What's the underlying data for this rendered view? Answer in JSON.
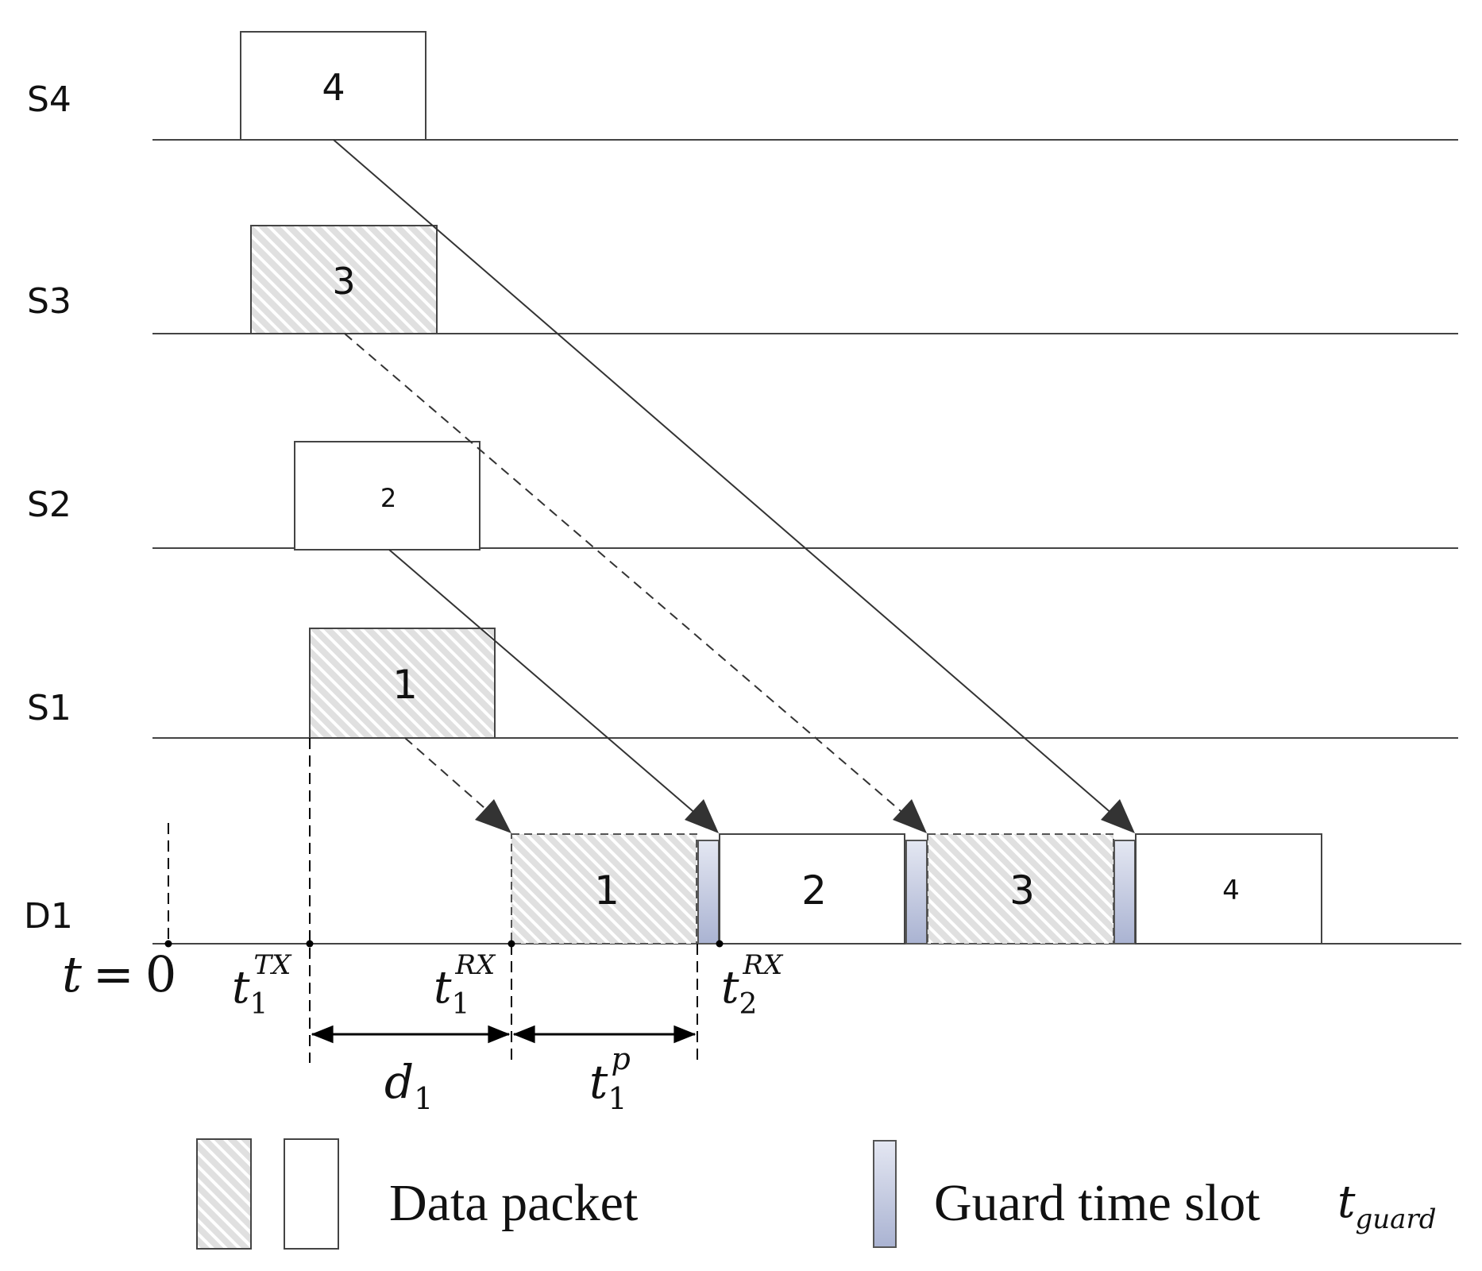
{
  "lanes": {
    "s4": "S4",
    "s3": "S3",
    "s2": "S2",
    "s1": "S1",
    "d1": "D1"
  },
  "source_packets": {
    "p4": "4",
    "p3": "3",
    "p2": "2",
    "p1": "1"
  },
  "received_packets": {
    "p1": "1",
    "p2": "2",
    "p3": "3",
    "p4": "4"
  },
  "time_labels": {
    "t0_var": "t",
    "t0_eq": "=",
    "t0_val": "0",
    "t1tx_base": "t",
    "t1tx_sub": "1",
    "t1tx_sup": "TX",
    "t1rx_base": "t",
    "t1rx_sub": "1",
    "t1rx_sup": "RX",
    "t2rx_base": "t",
    "t2rx_sub": "2",
    "t2rx_sup": "RX"
  },
  "spans": {
    "d1_base": "d",
    "d1_sub": "1",
    "t1p_base": "t",
    "t1p_sub": "1",
    "t1p_sup": "p"
  },
  "legend": {
    "data_packet": "Data packet",
    "guard_slot": "Guard time slot",
    "guard_symbol_base": "t",
    "guard_symbol_sub": "guard"
  },
  "colors": {
    "line": "#444444",
    "hatch_bg": "#e2e2e2",
    "hatch_stripe": "#ffffff",
    "guard_fill": "#c5cbe0",
    "guard_stroke": "#555555"
  }
}
